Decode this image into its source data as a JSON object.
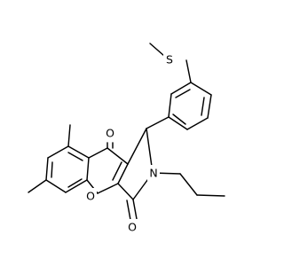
{
  "molecule": {
    "atoms": {
      "o_ketone": "O",
      "o_lactam": "O",
      "o_ring": "O",
      "n_ring": "N",
      "s_thioether": "S"
    }
  }
}
